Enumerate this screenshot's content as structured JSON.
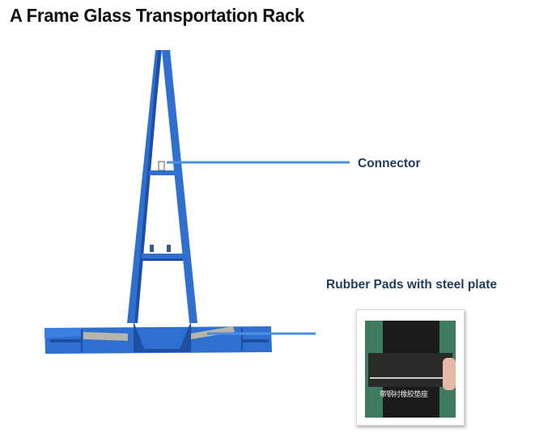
{
  "title": "A Frame Glass Transportation Rack",
  "callouts": {
    "connector": {
      "label": "Connector",
      "line_color": "#4a90e2"
    },
    "rubber_pads": {
      "label": "Rubber Pads with steel plate",
      "line_color": "#4a90e2"
    }
  },
  "rack": {
    "color": "#2f6fd0",
    "dark_color": "#1d4fa3"
  },
  "photo": {
    "caption": "带钢衬橡胶垫座"
  },
  "colors": {
    "title": "#111111",
    "label": "#1f3b5c"
  }
}
